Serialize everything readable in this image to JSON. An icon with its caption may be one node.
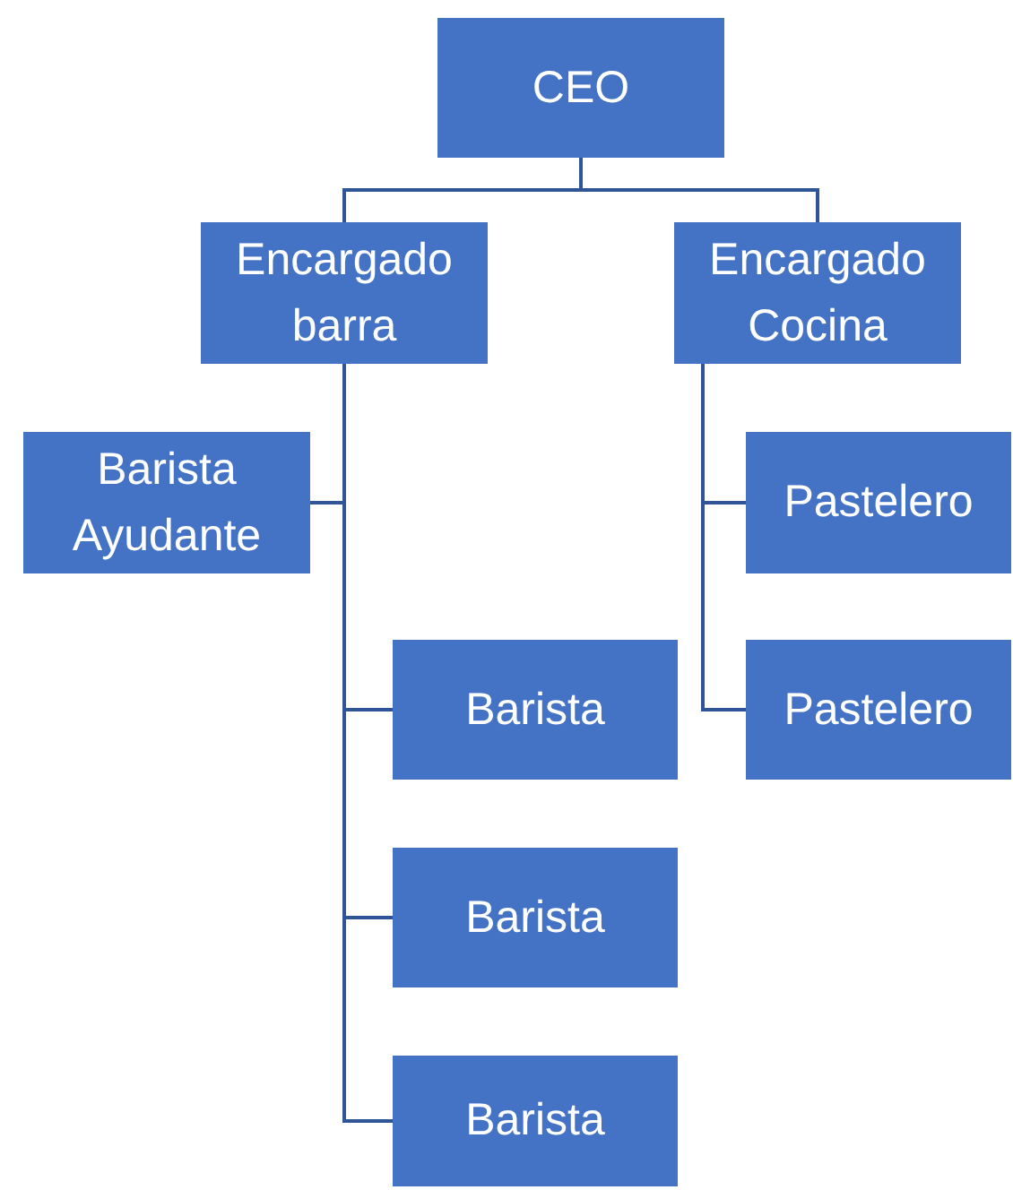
{
  "diagram": {
    "nodes": [
      {
        "text": [
          "CEO"
        ]
      },
      {
        "text": [
          "Encargado barra"
        ]
      },
      {
        "text": [
          "Encargado Cocina"
        ]
      },
      {
        "text": [
          "Barista Ayudante"
        ]
      },
      {
        "text": [
          "Pastelero"
        ]
      },
      {
        "text": [
          "Barista"
        ]
      },
      {
        "text": [
          "Pastelero"
        ]
      },
      {
        "text": [
          "Barista"
        ]
      },
      {
        "text": [
          "Barista"
        ]
      }
    ],
    "edges": [
      {
        "from": 0,
        "to": 1,
        "arrow": "none"
      },
      {
        "from": 0,
        "to": 2,
        "arrow": "none"
      },
      {
        "from": 1,
        "to": 3,
        "arrow": "none"
      },
      {
        "from": 1,
        "to": 5,
        "arrow": "none"
      },
      {
        "from": 1,
        "to": 7,
        "arrow": "none"
      },
      {
        "from": 1,
        "to": 8,
        "arrow": "none"
      },
      {
        "from": 2,
        "to": 4,
        "arrow": "none"
      },
      {
        "from": 2,
        "to": 6,
        "arrow": "none"
      }
    ]
  }
}
